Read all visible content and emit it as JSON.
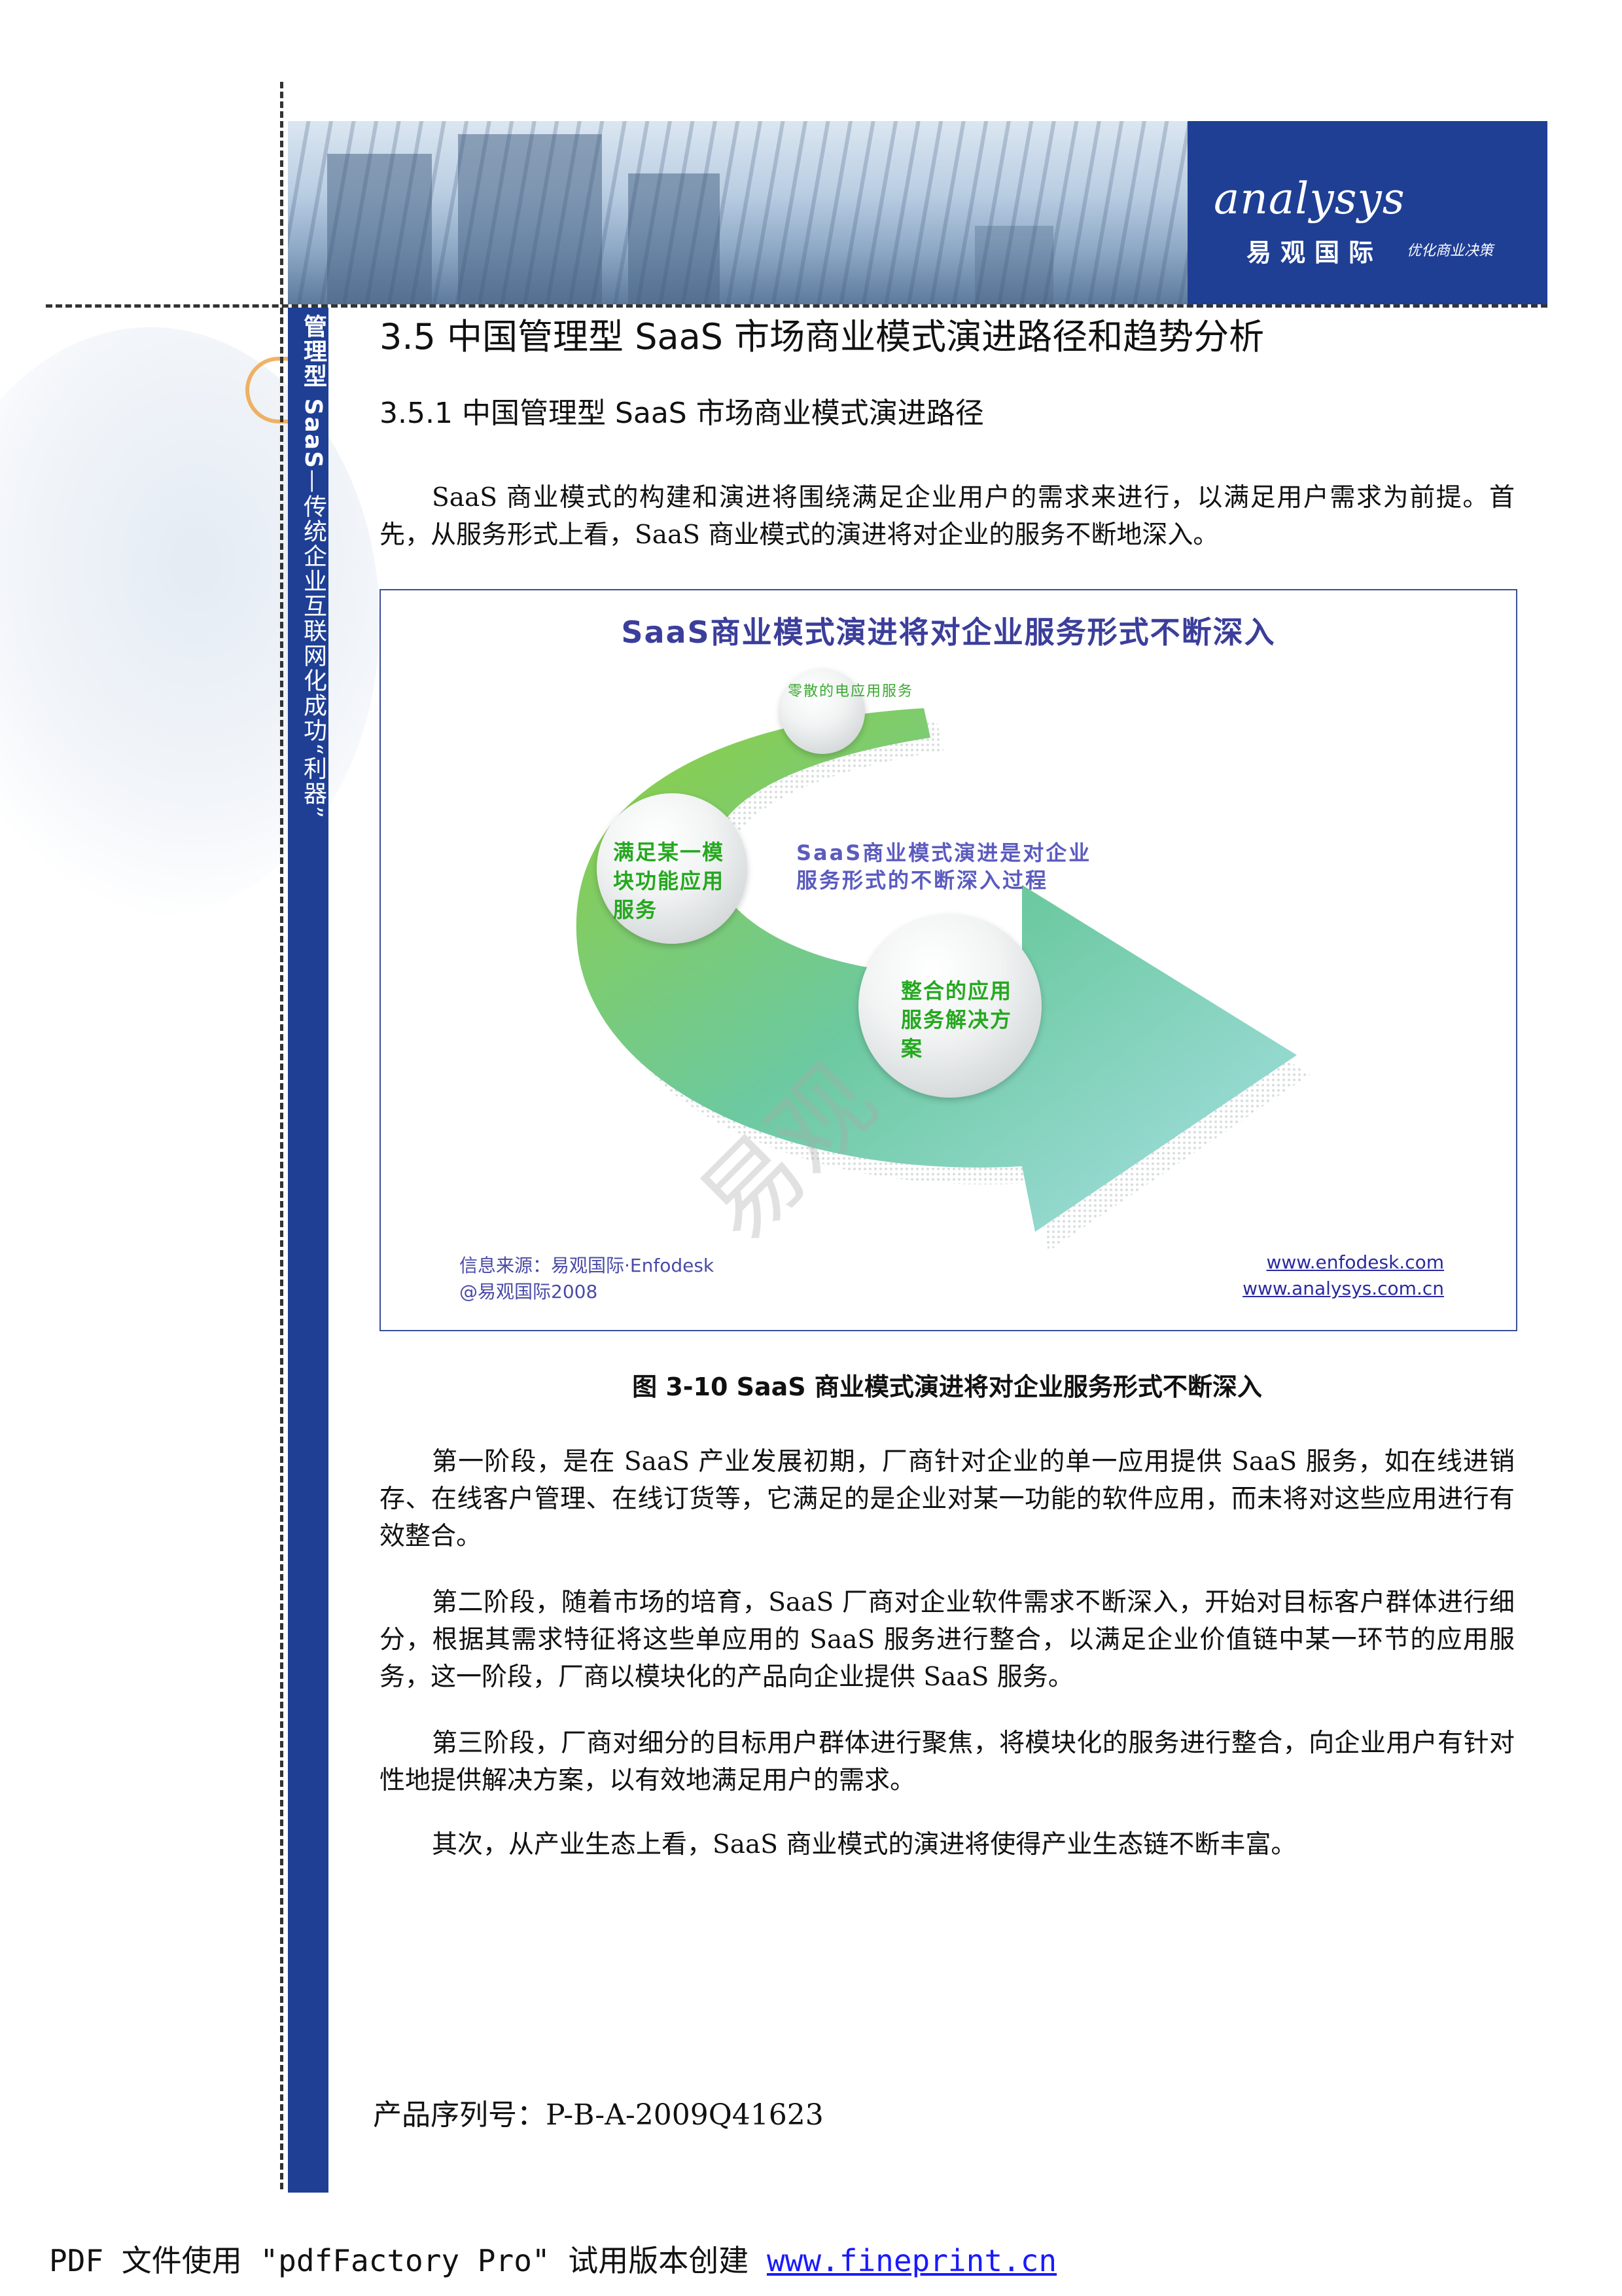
{
  "header": {
    "logo_name": "analysys",
    "logo_cn": "易观国际",
    "logo_tagline": "优化商业决策"
  },
  "side_strip": {
    "text_bold": "管理型 SaaS",
    "text_rest": "—传统企业互联网化成功“利器”"
  },
  "section": {
    "title": "3.5 中国管理型 SaaS 市场商业模式演进路径和趋势分析",
    "subtitle": "3.5.1 中国管理型 SaaS 市场商业模式演进路径"
  },
  "paragraphs_before": [
    "SaaS 商业模式的构建和演进将围绕满足企业用户的需求来进行，以满足用户需求为前提。首先，从服务形式上看，SaaS 商业模式的演进将对企业的服务不断地深入。"
  ],
  "figure": {
    "title": "SaaS商业模式演进将对企业服务形式不断深入",
    "center_text": "SaaS商业模式演进是对企业服务形式的不断深入过程",
    "bubbles": [
      "零散的电应用服务",
      "满足某一模块功能应用服务",
      "整合的应用服务解决方案"
    ],
    "source_line1": "信息来源：易观国际·Enfodesk",
    "source_line2": "@易观国际2008",
    "url1": "www.enfodesk.com",
    "url2": "www.analysys.com.cn",
    "watermark": "易观",
    "caption": "图 3-10 SaaS 商业模式演进将对企业服务形式不断深入"
  },
  "paragraphs_after": [
    "第一阶段，是在 SaaS 产业发展初期，厂商针对企业的单一应用提供 SaaS 服务，如在线进销存、在线客户管理、在线订货等，它满足的是企业对某一功能的软件应用，而未将对这些应用进行有效整合。",
    "第二阶段，随着市场的培育，SaaS 厂商对企业软件需求不断深入，开始对目标客户群体进行细分，根据其需求特征将这些单应用的 SaaS 服务进行整合，以满足企业价值链中某一环节的应用服务，这一阶段，厂商以模块化的产品向企业提供 SaaS 服务。",
    "第三阶段，厂商对细分的目标用户群体进行聚焦，将模块化的服务进行整合，向企业用户有针对性地提供解决方案，以有效地满足用户的需求。",
    "其次，从产业生态上看，SaaS 商业模式的演进将使得产业生态链不断丰富。"
  ],
  "serial": "产品序列号：P-B-A-2009Q41623",
  "footer": {
    "text": "PDF 文件使用 \"pdfFactory Pro\" 试用版本创建 ",
    "link": "www.fineprint.cn"
  }
}
